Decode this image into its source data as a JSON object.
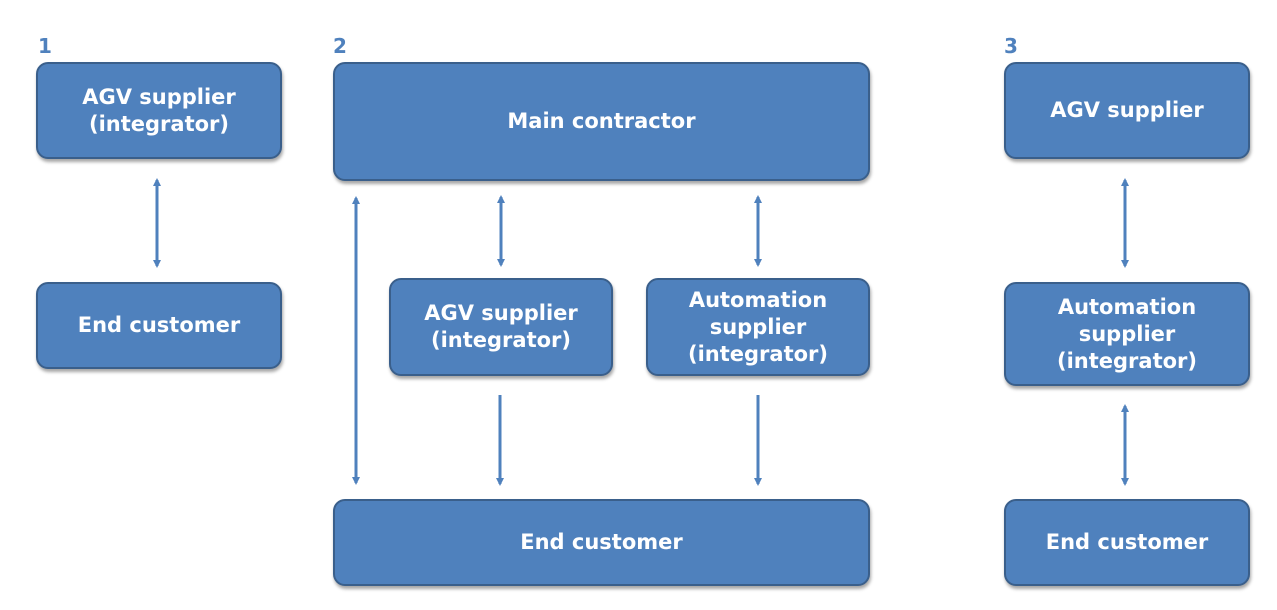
{
  "panels": [
    {
      "number": "1"
    },
    {
      "number": "2"
    },
    {
      "number": "3"
    }
  ],
  "boxes": {
    "p1_agv_supplier": "AGV supplier\n(integrator)",
    "p1_end_customer": "End customer",
    "p2_main_contractor": "Main contractor",
    "p2_agv_supplier": "AGV supplier\n(integrator)",
    "p2_automation_supplier": "Automation\nsupplier\n(integrator)",
    "p2_end_customer": "End customer",
    "p3_agv_supplier": "AGV supplier",
    "p3_automation_supplier": "Automation\nsupplier\n(integrator)",
    "p3_end_customer": "End customer"
  },
  "colors": {
    "box_fill": "#4f81bd",
    "box_border": "#3a5f8b",
    "box_text": "#ffffff",
    "arrow": "#4f81bd",
    "panel_number": "#4f81bd"
  },
  "connections": [
    {
      "from": "p1_agv_supplier",
      "to": "p1_end_customer",
      "direction": "both"
    },
    {
      "from": "p2_main_contractor",
      "to": "p2_end_customer",
      "direction": "both"
    },
    {
      "from": "p2_main_contractor",
      "to": "p2_agv_supplier",
      "direction": "both"
    },
    {
      "from": "p2_main_contractor",
      "to": "p2_automation_supplier",
      "direction": "both"
    },
    {
      "from": "p2_agv_supplier",
      "to": "p2_end_customer",
      "direction": "forward"
    },
    {
      "from": "p2_automation_supplier",
      "to": "p2_end_customer",
      "direction": "forward"
    },
    {
      "from": "p3_agv_supplier",
      "to": "p3_automation_supplier",
      "direction": "both"
    },
    {
      "from": "p3_automation_supplier",
      "to": "p3_end_customer",
      "direction": "both"
    }
  ]
}
